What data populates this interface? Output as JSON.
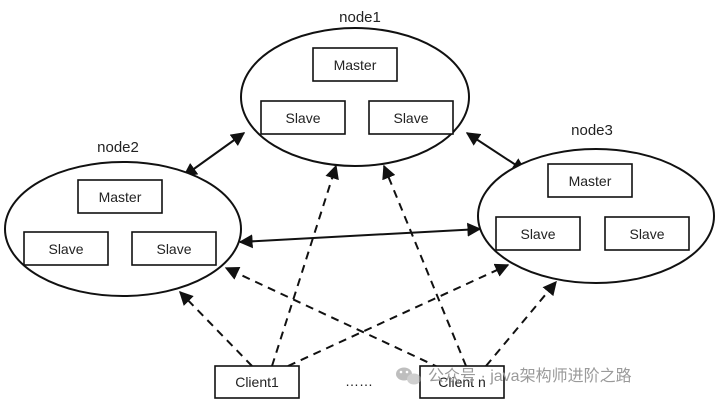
{
  "nodes": {
    "node1": {
      "label": "node1",
      "master": "Master",
      "slave_a": "Slave",
      "slave_b": "Slave"
    },
    "node2": {
      "label": "node2",
      "master": "Master",
      "slave_a": "Slave",
      "slave_b": "Slave"
    },
    "node3": {
      "label": "node3",
      "master": "Master",
      "slave_a": "Slave",
      "slave_b": "Slave"
    }
  },
  "clients": {
    "client1": "Client1",
    "ellipsis": "……",
    "clientn": "Client n"
  },
  "watermark": {
    "text": "公众号 · java架构师进阶之路",
    "icon": "wechat-icon"
  }
}
